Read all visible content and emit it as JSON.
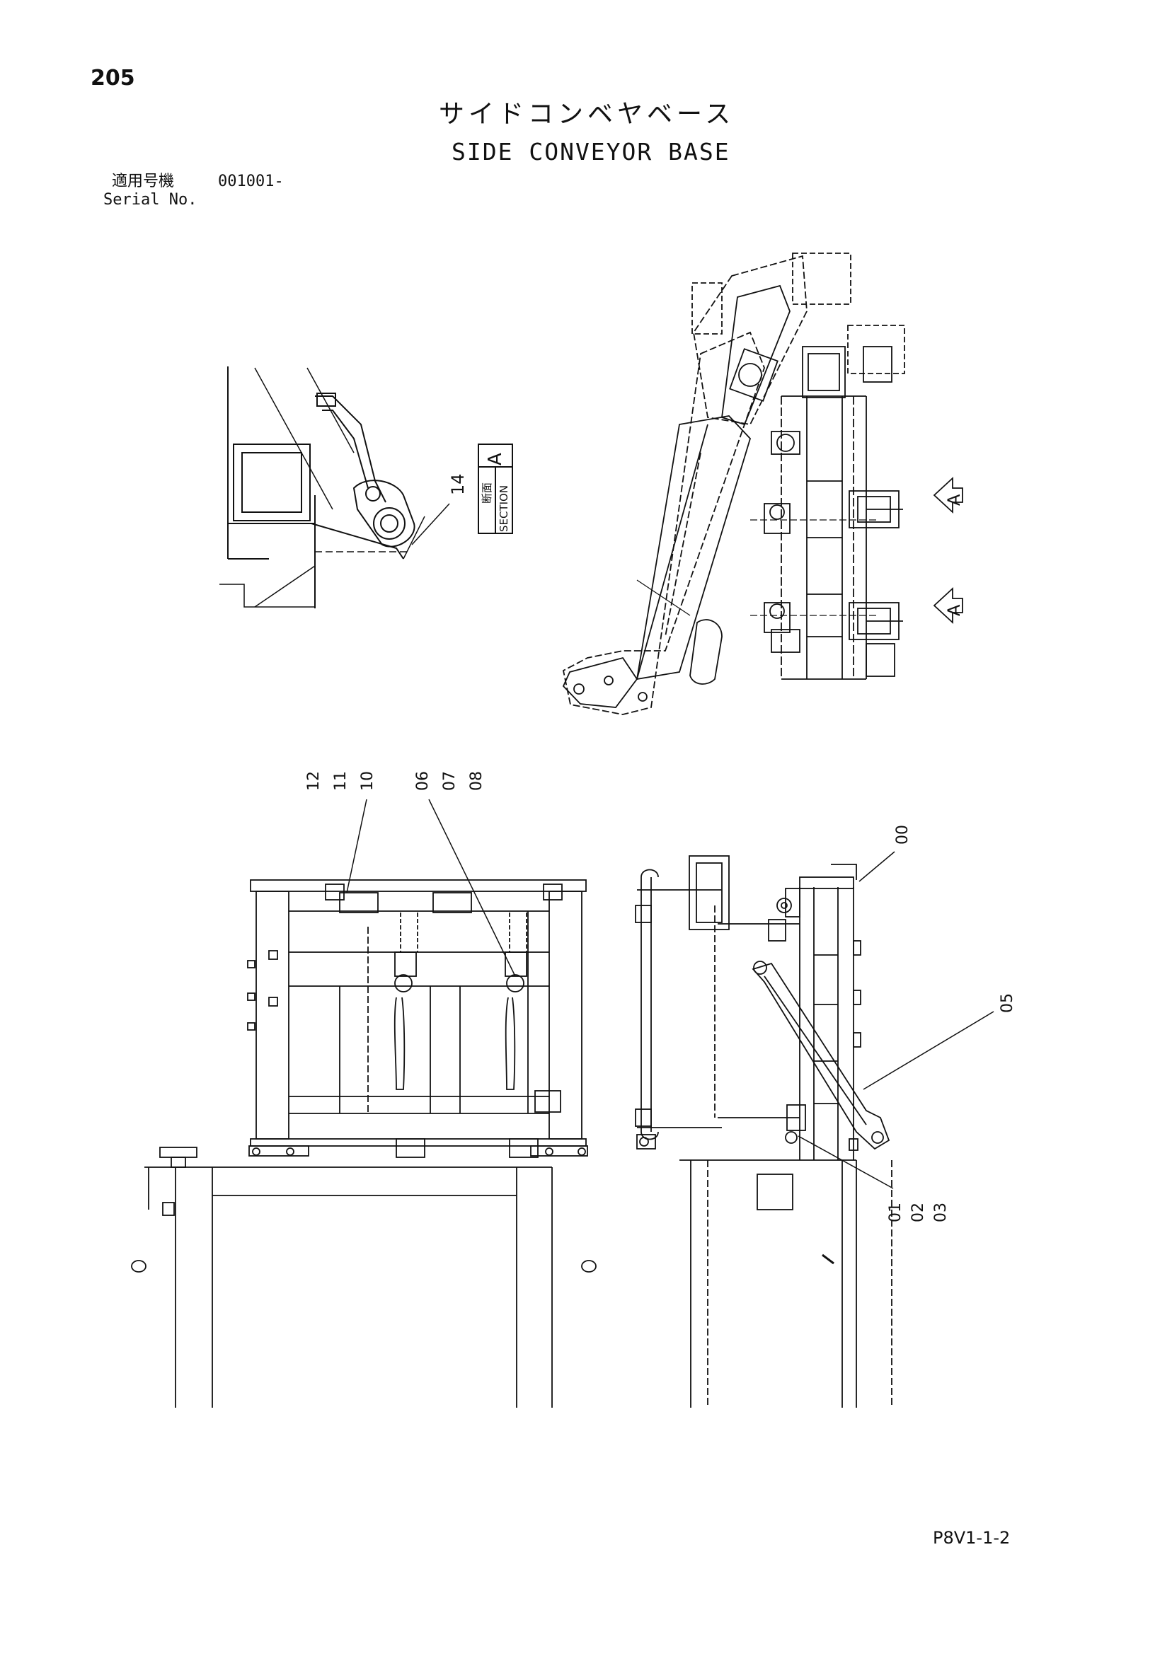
{
  "header": {
    "page_number": "205",
    "title_jp": "サイドコンベヤベース",
    "title_en": "SIDE CONVEYOR BASE",
    "serial_label_jp": "適用号機",
    "serial_value": "001001-",
    "serial_label_en": "Serial No."
  },
  "section_label": {
    "jp": "断面",
    "en": "SECTION",
    "letter": "A"
  },
  "view_arrows": [
    "A",
    "A"
  ],
  "part_callouts": {
    "item_14": "14",
    "group_10_12": [
      "12",
      "11",
      "10"
    ],
    "group_06_08": [
      "06",
      "07",
      "08"
    ],
    "item_00": "00",
    "item_05": "05",
    "group_01_03": [
      "01",
      "02",
      "03"
    ]
  },
  "footer": {
    "doc_code": "P8V1-1-2"
  }
}
